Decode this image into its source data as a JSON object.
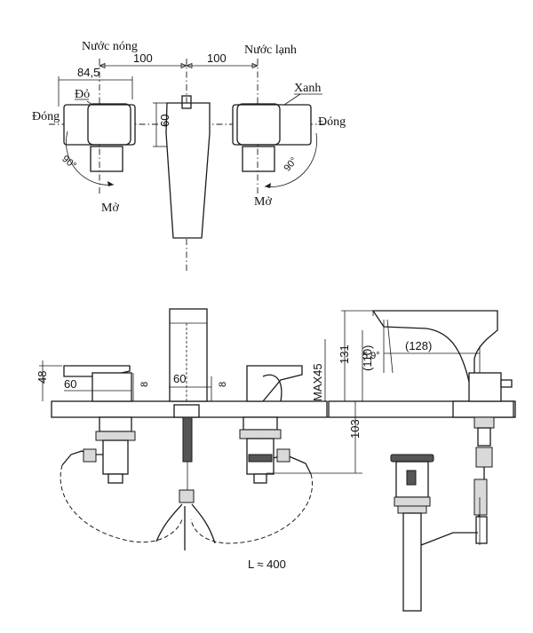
{
  "labels": {
    "hot_water": "Nước nóng",
    "cold_water": "Nước lạnh",
    "red": "Đỏ",
    "blue": "Xanh",
    "close_left": "Đóng",
    "close_right": "Đóng",
    "open_left": "Mở",
    "open_right": "Mở",
    "angle_left": "90°",
    "angle_right": "90°",
    "hose_length": "L ≈ 400"
  },
  "dimensions": {
    "d84_5": "84,5",
    "d100_left": "100",
    "d100_right": "100",
    "d60_top": "60",
    "d48": "48",
    "d60_handle": "60",
    "d8_left": "8",
    "d60_spout": "60",
    "d8_mid": "8",
    "dmax45": "MAX45",
    "d131": "131",
    "d110": "(110)",
    "d103": "103",
    "d5_9": "5.9°",
    "d128": "(128)"
  }
}
